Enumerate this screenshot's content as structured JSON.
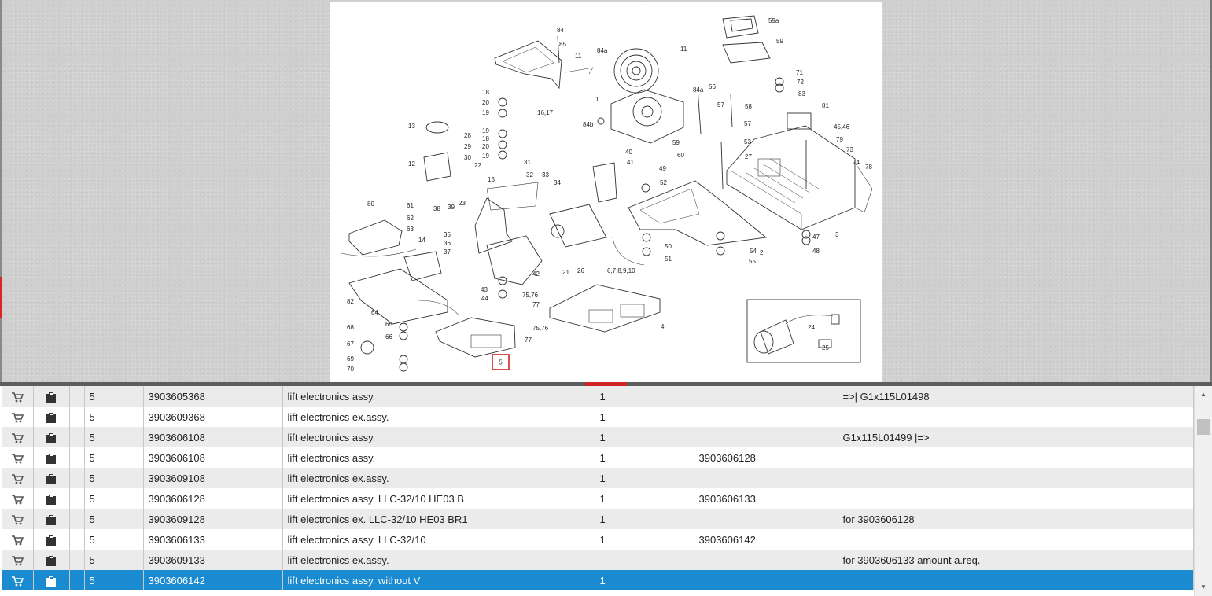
{
  "diagram": {
    "labels": [
      "84",
      "85",
      "84a",
      "11",
      "11",
      "59a",
      "59",
      "71",
      "72",
      "83",
      "81",
      "18",
      "20",
      "19",
      "16,17",
      "1",
      "84a",
      "56",
      "57",
      "58",
      "84b",
      "57",
      "13",
      "28",
      "29",
      "30",
      "19",
      "18",
      "20",
      "19",
      "45,46",
      "79",
      "73",
      "74",
      "78",
      "12",
      "22",
      "31",
      "32",
      "33",
      "34",
      "40",
      "41",
      "49",
      "52",
      "59",
      "53",
      "60",
      "27",
      "15",
      "80",
      "61",
      "62",
      "63",
      "38",
      "39",
      "23",
      "35",
      "36",
      "37",
      "14",
      "50",
      "51",
      "54",
      "55",
      "47",
      "48",
      "3",
      "2",
      "21",
      "26",
      "6,7,8,9,10",
      "42",
      "43",
      "44",
      "75,76",
      "77",
      "82",
      "64",
      "4",
      "68",
      "65",
      "66",
      "67",
      "69",
      "70",
      "75,76",
      "77",
      "24",
      "25"
    ],
    "highlighted_label": "5"
  },
  "table": {
    "rows": [
      {
        "pos": "5",
        "part_no": "3903605368",
        "description": "lift electronics assy.",
        "qty": "1",
        "replaced_by": "",
        "remark": "=>| G1x115L01498"
      },
      {
        "pos": "5",
        "part_no": "3903609368",
        "description": "lift electronics ex.assy.",
        "qty": "1",
        "replaced_by": "",
        "remark": ""
      },
      {
        "pos": "5",
        "part_no": "3903606108",
        "description": "lift electronics assy.",
        "qty": "1",
        "replaced_by": "",
        "remark": "G1x115L01499 |=>"
      },
      {
        "pos": "5",
        "part_no": "3903606108",
        "description": "lift electronics assy.",
        "qty": "1",
        "replaced_by": "3903606128",
        "remark": ""
      },
      {
        "pos": "5",
        "part_no": "3903609108",
        "description": "lift electronics ex.assy.",
        "qty": "1",
        "replaced_by": "",
        "remark": ""
      },
      {
        "pos": "5",
        "part_no": "3903606128",
        "description": "lift electronics assy. LLC-32/10 HE03 B",
        "qty": "1",
        "replaced_by": "3903606133",
        "remark": ""
      },
      {
        "pos": "5",
        "part_no": "3903609128",
        "description": "lift electronics ex. LLC-32/10 HE03 BR1",
        "qty": "1",
        "replaced_by": "",
        "remark": "for 3903606128"
      },
      {
        "pos": "5",
        "part_no": "3903606133",
        "description": "lift electronics assy. LLC-32/10",
        "qty": "1",
        "replaced_by": "3903606142",
        "remark": ""
      },
      {
        "pos": "5",
        "part_no": "3903609133",
        "description": "lift electronics ex.assy.",
        "qty": "",
        "replaced_by": "",
        "remark": "for 3903606133 amount a.req."
      },
      {
        "pos": "5",
        "part_no": "3903606142",
        "description": "lift electronics assy. without V",
        "qty": "1",
        "replaced_by": "",
        "remark": "",
        "selected": true
      }
    ]
  },
  "icons": {
    "row_action_1": "cart-icon",
    "row_action_2": "clipboard-icon",
    "scroll_up": "arrow-up-icon",
    "scroll_down": "arrow-down-icon"
  },
  "colors": {
    "selected_row": "#1a8bd0",
    "alt_row": "#ebebeb",
    "splitter_grip": "#d32424",
    "highlight_box": "#d32424"
  }
}
